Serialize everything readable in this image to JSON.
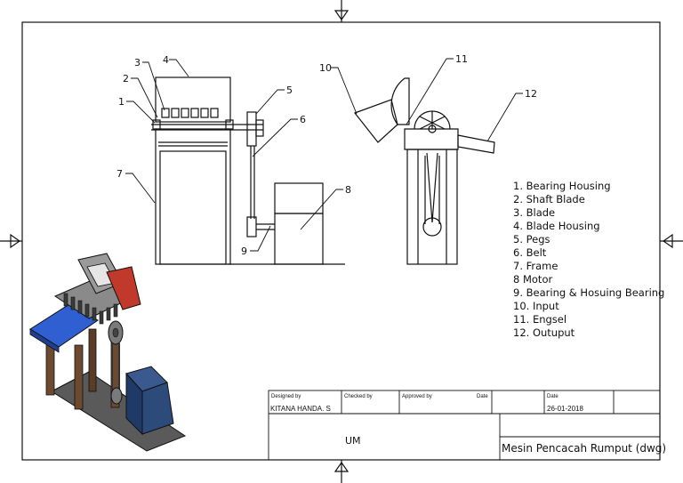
{
  "parts": [
    {
      "number": "1",
      "name": "Bearing Housing"
    },
    {
      "number": "2",
      "name": "Shaft Blade"
    },
    {
      "number": "3",
      "name": "Blade"
    },
    {
      "number": "4",
      "name": "Blade Housing"
    },
    {
      "number": "5",
      "name": "Pegs"
    },
    {
      "number": "6",
      "name": "Belt"
    },
    {
      "number": "7",
      "name": "Frame"
    },
    {
      "number": "8",
      "name": "Motor"
    },
    {
      "number": "9",
      "name": "Bearing & Hosuing Bearing"
    },
    {
      "number": "10",
      "name": "Input"
    },
    {
      "number": "11",
      "name": "Engsel"
    },
    {
      "number": "12",
      "name": "Outuput"
    }
  ],
  "legend": [
    "1. Bearing Housing",
    "2. Shaft Blade",
    "3. Blade",
    "4. Blade Housing",
    "5. Pegs",
    "6. Belt",
    "7. Frame",
    "8 Motor",
    "9. Bearing & Hosuing Bearing",
    "10. Input",
    "11. Engsel",
    "12. Outuput"
  ],
  "title_block": {
    "designed_by_label": "Designed by",
    "checked_by_label": "Checked by",
    "approved_by_label": "Approved by",
    "date_label_1": "Date",
    "date_label_2": "Date",
    "designer": "KITANA HANDA. S",
    "date": "26-01-2018",
    "organization": "UM",
    "drawing_title": "Mesin Pencacah Rumput (dwg)"
  },
  "colors": {
    "line": "#111111",
    "hopper_red": "#c0392b",
    "input_tray_blue": "#2f5fd0",
    "motor_blue": "#2c4a7a",
    "frame_brown": "#6b4a2f",
    "housing_gray": "#8a8a8a"
  }
}
